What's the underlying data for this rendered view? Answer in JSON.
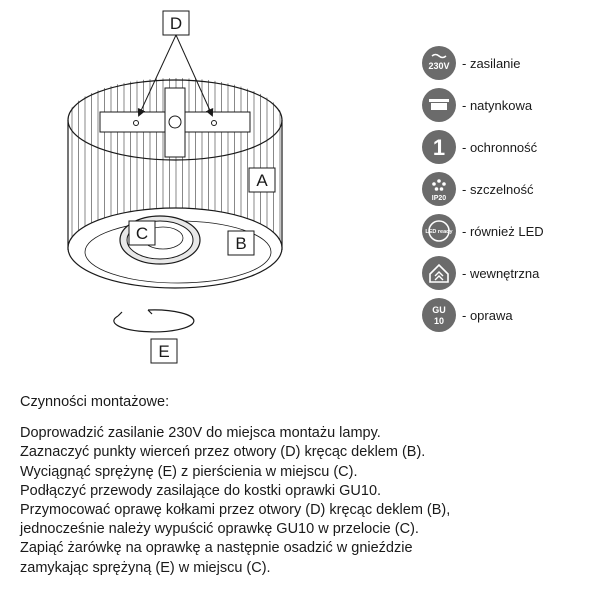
{
  "diagram": {
    "labels": {
      "d": "D",
      "a": "A",
      "b": "B",
      "c": "C",
      "e": "E"
    }
  },
  "legend": [
    {
      "icon": "voltage-230v-icon",
      "icon_text": "230V",
      "text": "- zasilanie"
    },
    {
      "icon": "surface-mount-icon",
      "icon_text": "",
      "text": "- natynkowa"
    },
    {
      "icon": "protection-class-1-icon",
      "icon_text": "1",
      "text": "- ochronność"
    },
    {
      "icon": "ip20-icon",
      "icon_text": "IP20",
      "text": "- szczelność"
    },
    {
      "icon": "led-ready-icon",
      "icon_text": "LED ready",
      "text": "- również LED"
    },
    {
      "icon": "indoor-icon",
      "icon_text": "",
      "text": "- wewnętrzna"
    },
    {
      "icon": "gu10-icon",
      "icon_text": "GU 10",
      "text": "- oprawa"
    }
  ],
  "instructions": {
    "heading": "Czynności montażowe:",
    "lines": [
      "Doprowadzić zasilanie 230V do miejsca montażu lampy.",
      "Zaznaczyć punkty wierceń przez otwory (D) kręcąc deklem (B).",
      "Wyciągnąć sprężynę (E) z pierścienia w miejscu (C).",
      "Podłączyć przewody zasilające do kostki oprawki GU10.",
      "Przymocować oprawę kołkami przez otwory (D) kręcąc deklem (B),",
      "jednocześnie należy wypuścić oprawkę GU10 w przelocie (C).",
      "Zapiąć żarówkę na oprawkę a następnie osadzić w gnieździe",
      "zamykając sprężyną (E) w miejscu (C)."
    ]
  }
}
